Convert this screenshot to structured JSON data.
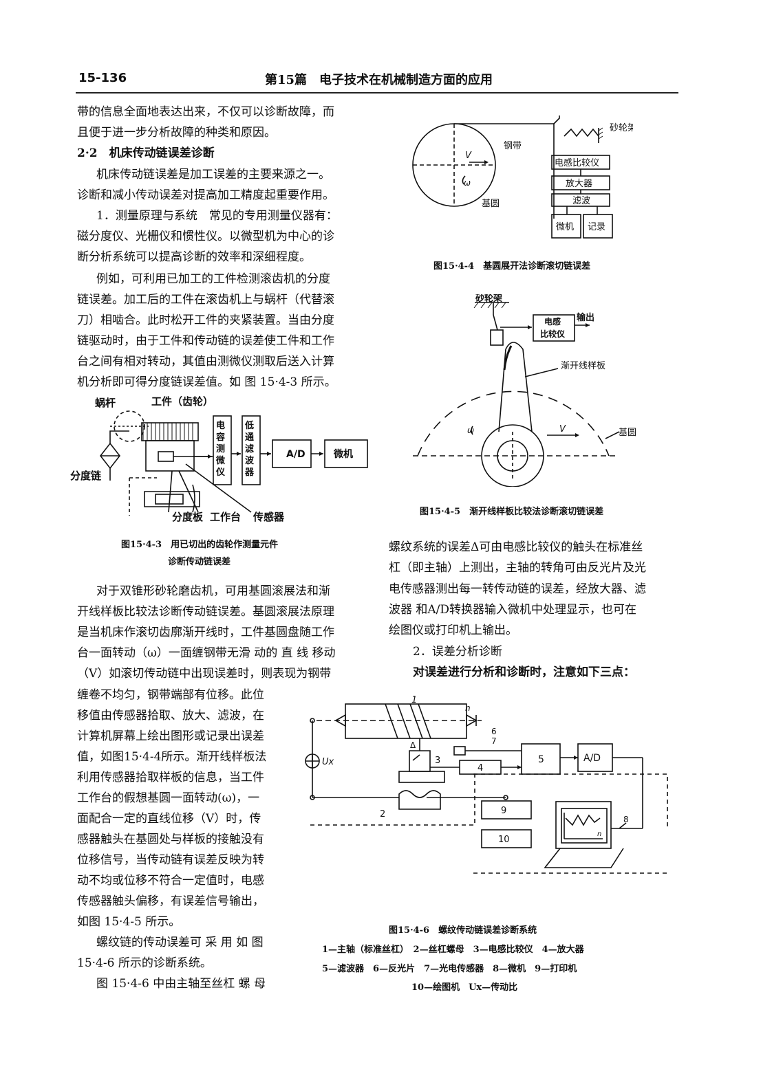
{
  "header": {
    "page_number": "15-136",
    "title": "第15篇　电子技术在机械制造方面的应用"
  },
  "left_column": {
    "lines_top": [
      "带的信息全面地表达出来，不仅可以诊断故障，而",
      "且便于进一步分析故障的种类和原因。"
    ],
    "section_heading": "2·2　机床传动链误差诊断",
    "lines_mid": [
      "机床传动链误差是加工误差的主要来源之一。",
      "诊断和减小传动误差对提高加工精度起重要作用。",
      "1．测量原理与系统　常见的专用测量仪器有：",
      "磁分度仪、光栅仪和惯性仪。以微型机为中心的诊",
      "断分析系统可以提高诊断的效率和深细程度。",
      "例如，可利用已加工的工件检测滚齿机的分度",
      "链误差。加工后的工件在滚齿机上与蜗杆（代替滚",
      "刀）相啮合。此时松开工件的夹紧装置。当由分度",
      "链驱动时，由于工件和传动链的误差使工件和工作",
      "台之间有相对转动，其值由测微仪测取后送入计算",
      "机分析即可得分度链误差值。如 图 15·4-3 所示。"
    ],
    "lines_bottom": [
      "对于双锥形砂轮磨齿机，可用基圆滚展法和渐",
      "开线样板比较法诊断传动链误差。基圆滚展法原理",
      "是当机床作滚切齿廓渐开线时，工件基圆盘随工作",
      "台一面转动（ω）一面缠钢带无滑 动的 直 线 移动",
      "（V）如滚切传动链中出现误差时，则表现为钢带",
      "缠卷不均匀，钢带端部有位移。此位",
      "移值由传感器拾取、放大、滤波，在",
      "计算机屏幕上绘出图形或记录出误差",
      "值，如图15·4-4所示。渐开线样板法",
      "利用传感器拾取样板的信息，当工件",
      "工作台的假想基圆一面转动(ω)，一",
      "面配合一定的直线位移（V）时，传",
      "感器触头在基圆处与样板的接触没有",
      "位移信号，当传动链有误差反映为转",
      "动不均或位移不符合一定值时，电感",
      "传感器触头偏移，有误差信号输出，",
      "如图 15·4-5 所示。",
      "螺纹链的传动误差可 采 用 如 图",
      "15·4-6 所示的诊断系统。",
      "图 15·4-6 中由主轴至丝杠 螺 母"
    ]
  },
  "right_column": {
    "lines": [
      "螺纹系统的误差Δ可由电感比较仪的触头在标准丝",
      "杠（即主轴）上测出，主轴的转角可由反光片及光",
      "电传感器测出每一转传动链的误差，经放大器、滤",
      "波器 和A/D转换器输入微机中处理显示，也可在",
      "绘图仪或打印机上输出。",
      "2．误差分析诊断",
      "对误差进行分析和诊断时，注意如下三点："
    ]
  },
  "fig3": {
    "caption_line1": "图15·4-3　用已切出的齿轮作测量元件",
    "caption_line2": "诊断传动链误差",
    "labels": {
      "worm": "蜗杆",
      "workpiece": "工件（齿轮）",
      "index_chain": "分度链",
      "cap_micrometer": "电容测微仪",
      "lowpass": "低通滤波器",
      "ad": "A/D",
      "micro": "微机",
      "index_plate": "分度板",
      "table": "工作台",
      "sensor": "传感器"
    }
  },
  "fig4": {
    "caption": "图15·4-4　基圆展开法诊断滚切链误差",
    "labels": {
      "grinding_frame": "砂轮架",
      "steel_band": "钢带",
      "v": "V",
      "omega": "ω",
      "base_circle": "基圆",
      "comparator": "电感比较仪",
      "amplifier": "放大器",
      "filter": "滤波",
      "micro": "微机",
      "record": "记录"
    }
  },
  "fig5": {
    "caption": "图15·4-5　渐开线样板比较法诊断滚切链误差",
    "labels": {
      "grinding_frame": "砂轮架",
      "comparator_l1": "电感",
      "comparator_l2": "比较仪",
      "output": "输出",
      "template": "渐开线样板",
      "omega": "ω",
      "v": "V",
      "base_circle": "基圆"
    }
  },
  "fig6": {
    "caption": "图15·4-6　螺纹传动链误差诊断系统",
    "legend_lines": [
      "1—主轴（标准丝杠）　2—丝杠螺母　3—电感比较仪　4—放大器",
      "5—滤波器　6—反光片　7—光电传感器　8—微机　9—打印机",
      "10—绘图机　Ux—传动比"
    ],
    "labels": {
      "n1": "1",
      "n2": "2",
      "n3": "3",
      "n4": "4",
      "n5": "5",
      "n6": "6",
      "n7": "7",
      "n8": "8",
      "n9": "9",
      "n10": "10",
      "ad": "A/D",
      "ux": "Ux",
      "delta": "Δ",
      "n": "n"
    }
  }
}
